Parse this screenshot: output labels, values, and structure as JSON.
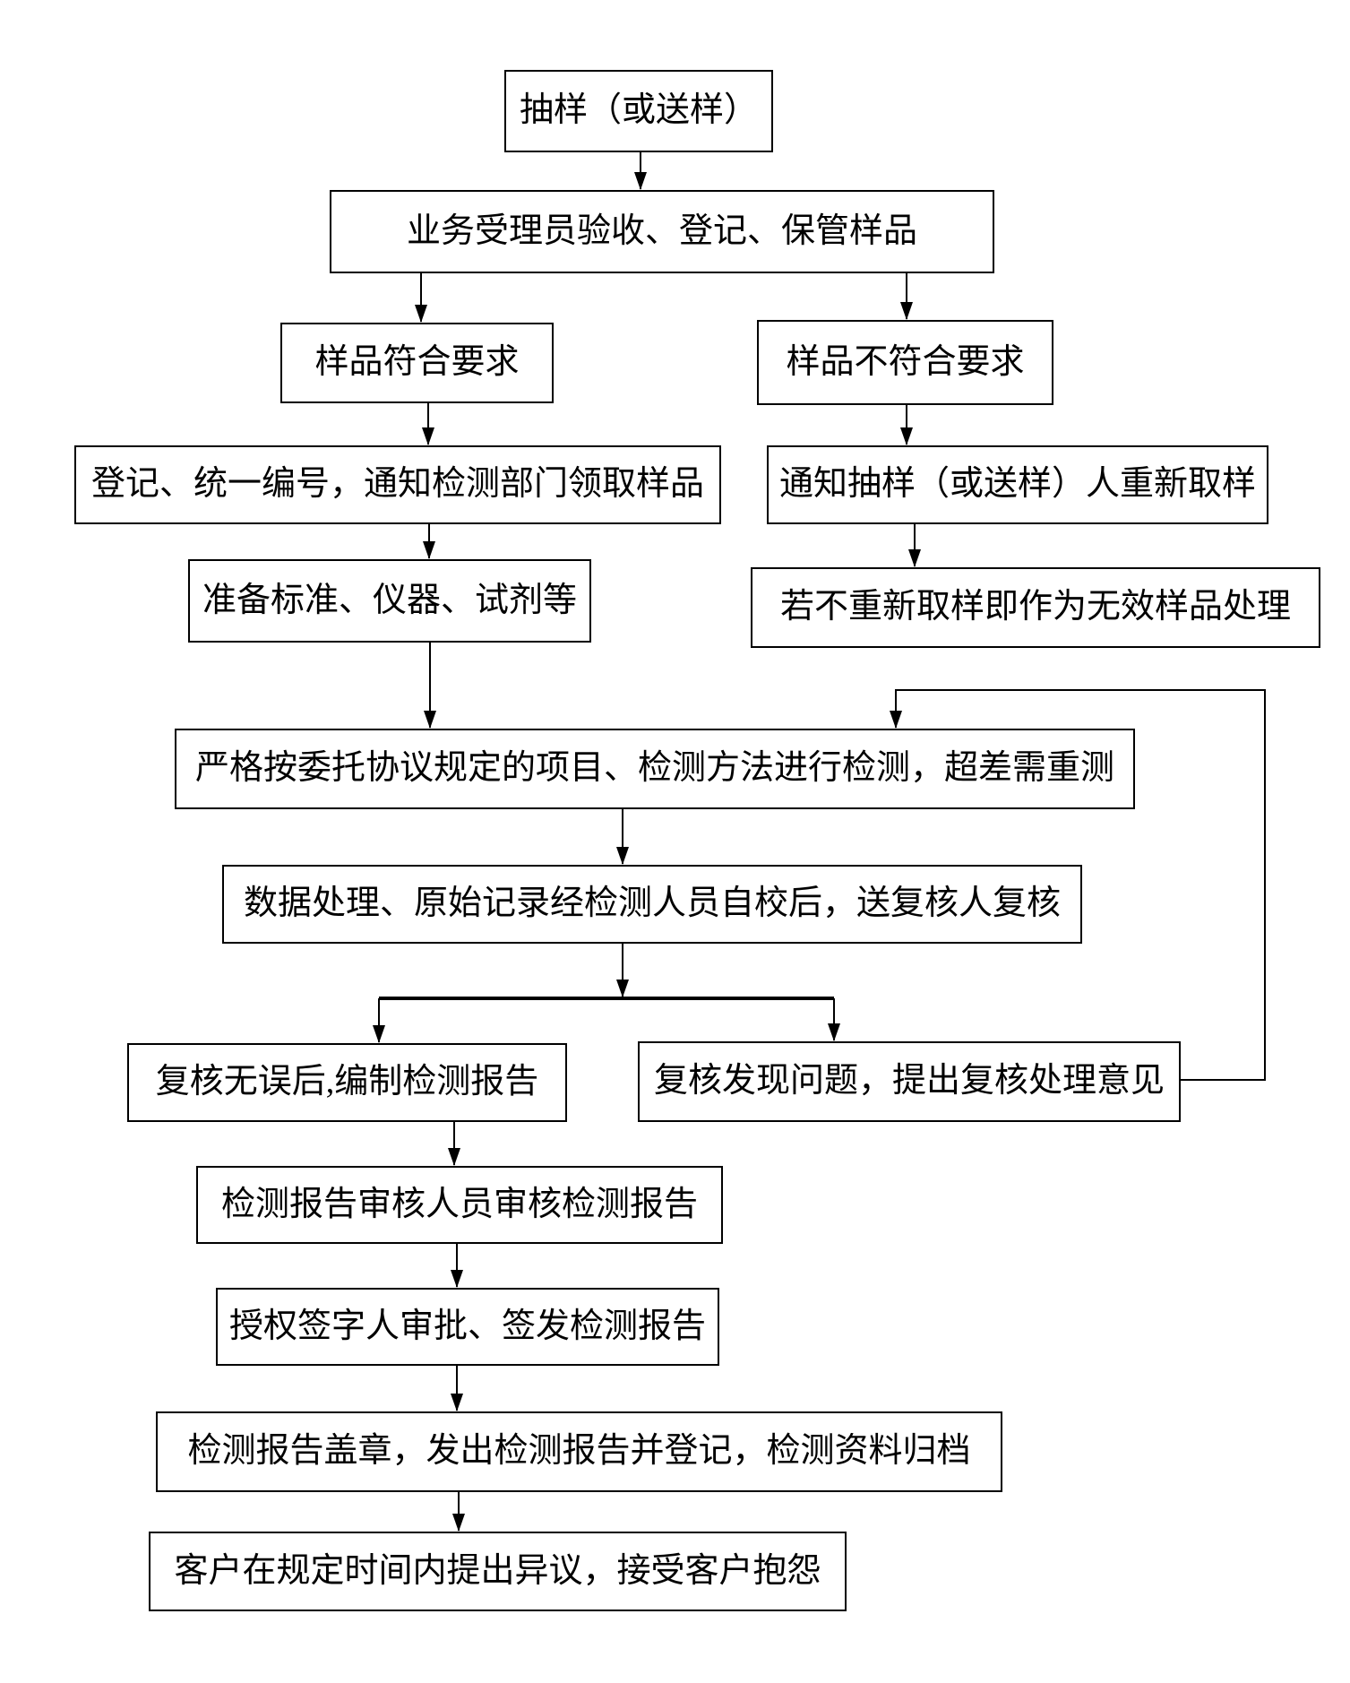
{
  "diagram": {
    "type": "flowchart",
    "background_color": "#ffffff",
    "box_border_color": "#000000",
    "line_color": "#000000",
    "text_color": "#000000",
    "nodes": [
      {
        "id": "start",
        "label": "抽样（或送样）"
      },
      {
        "id": "accept",
        "label": "业务受理员验收、登记、保管样品"
      },
      {
        "id": "sample-ok",
        "label": "样品符合要求"
      },
      {
        "id": "sample-not-ok",
        "label": "样品不符合要求"
      },
      {
        "id": "register",
        "label": "登记、统一编号，通知检测部门领取样品"
      },
      {
        "id": "notify-resample",
        "label": "通知抽样（或送样）人重新取样"
      },
      {
        "id": "prepare",
        "label": "准备标准、仪器、试剂等"
      },
      {
        "id": "invalid-sample",
        "label": "若不重新取样即作为无效样品处理"
      },
      {
        "id": "test",
        "label": "严格按委托协议规定的项目、检测方法进行检测，超差需重测"
      },
      {
        "id": "data-process",
        "label": "数据处理、原始记录经检测人员自校后，送复核人复核"
      },
      {
        "id": "review-ok",
        "label": "复核无误后,编制检测报告"
      },
      {
        "id": "review-problem",
        "label": "复核发现问题，提出复核处理意见"
      },
      {
        "id": "report-review",
        "label": "检测报告审核人员审核检测报告"
      },
      {
        "id": "sign-issue",
        "label": "授权签字人审批、签发检测报告"
      },
      {
        "id": "stamp-archive",
        "label": "检测报告盖章，发出检测报告并登记，检测资料归档"
      },
      {
        "id": "objection",
        "label": "客户在规定时间内提出异议，接受客户抱怨"
      }
    ],
    "edges": [
      {
        "from": "start",
        "to": "accept"
      },
      {
        "from": "accept",
        "to": "sample-ok"
      },
      {
        "from": "accept",
        "to": "sample-not-ok"
      },
      {
        "from": "sample-ok",
        "to": "register"
      },
      {
        "from": "sample-not-ok",
        "to": "notify-resample"
      },
      {
        "from": "register",
        "to": "prepare"
      },
      {
        "from": "notify-resample",
        "to": "invalid-sample"
      },
      {
        "from": "prepare",
        "to": "test"
      },
      {
        "from": "test",
        "to": "data-process"
      },
      {
        "from": "data-process",
        "to": "review-ok"
      },
      {
        "from": "data-process",
        "to": "review-problem"
      },
      {
        "from": "review-problem",
        "to": "test"
      },
      {
        "from": "review-ok",
        "to": "report-review"
      },
      {
        "from": "report-review",
        "to": "sign-issue"
      },
      {
        "from": "sign-issue",
        "to": "stamp-archive"
      },
      {
        "from": "stamp-archive",
        "to": "objection"
      }
    ]
  }
}
